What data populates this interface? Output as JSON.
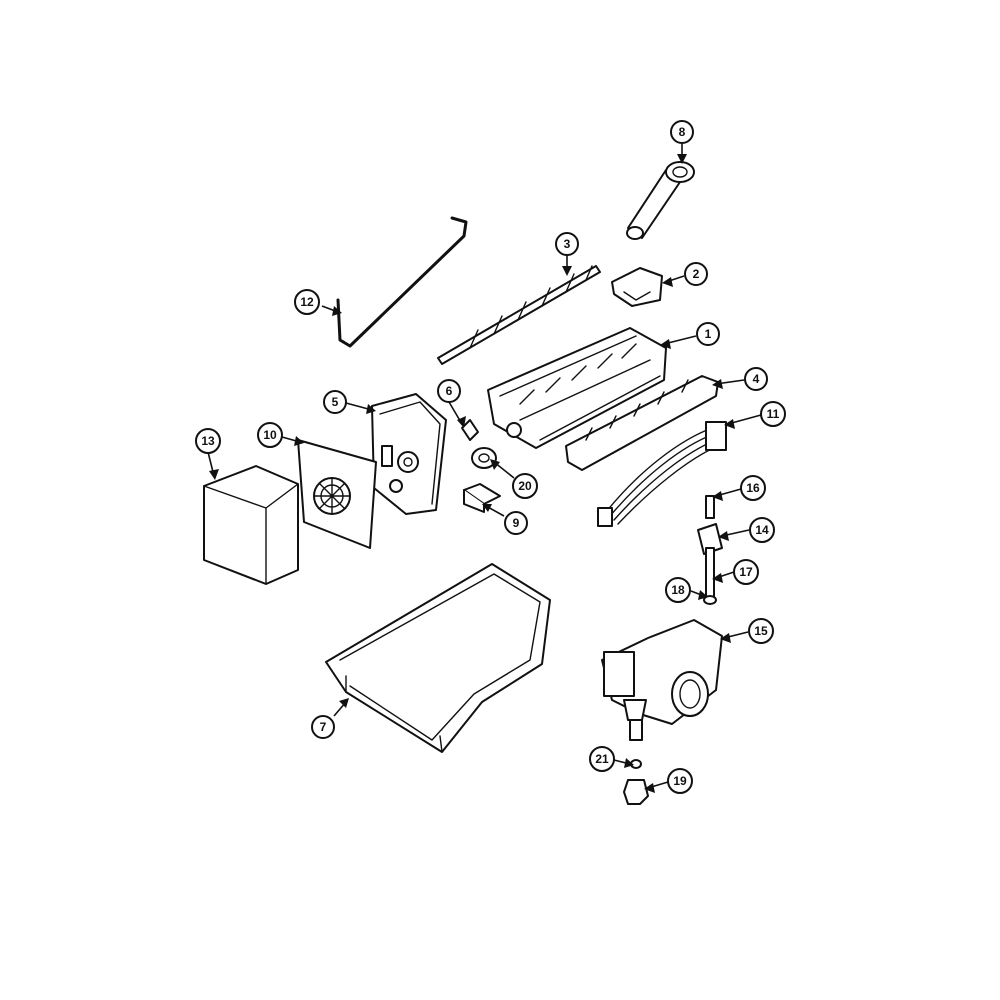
{
  "callouts": [
    {
      "id": "1",
      "label": "1"
    },
    {
      "id": "2",
      "label": "2"
    },
    {
      "id": "3",
      "label": "3"
    },
    {
      "id": "4",
      "label": "4"
    },
    {
      "id": "5",
      "label": "5"
    },
    {
      "id": "6",
      "label": "6"
    },
    {
      "id": "7",
      "label": "7"
    },
    {
      "id": "8",
      "label": "8"
    },
    {
      "id": "9",
      "label": "9"
    },
    {
      "id": "10",
      "label": "10"
    },
    {
      "id": "11",
      "label": "11"
    },
    {
      "id": "12",
      "label": "12"
    },
    {
      "id": "13",
      "label": "13"
    },
    {
      "id": "14",
      "label": "14"
    },
    {
      "id": "15",
      "label": "15"
    },
    {
      "id": "16",
      "label": "16"
    },
    {
      "id": "17",
      "label": "17"
    },
    {
      "id": "18",
      "label": "18"
    },
    {
      "id": "19",
      "label": "19"
    },
    {
      "id": "20",
      "label": "20"
    },
    {
      "id": "21",
      "label": "21"
    }
  ]
}
